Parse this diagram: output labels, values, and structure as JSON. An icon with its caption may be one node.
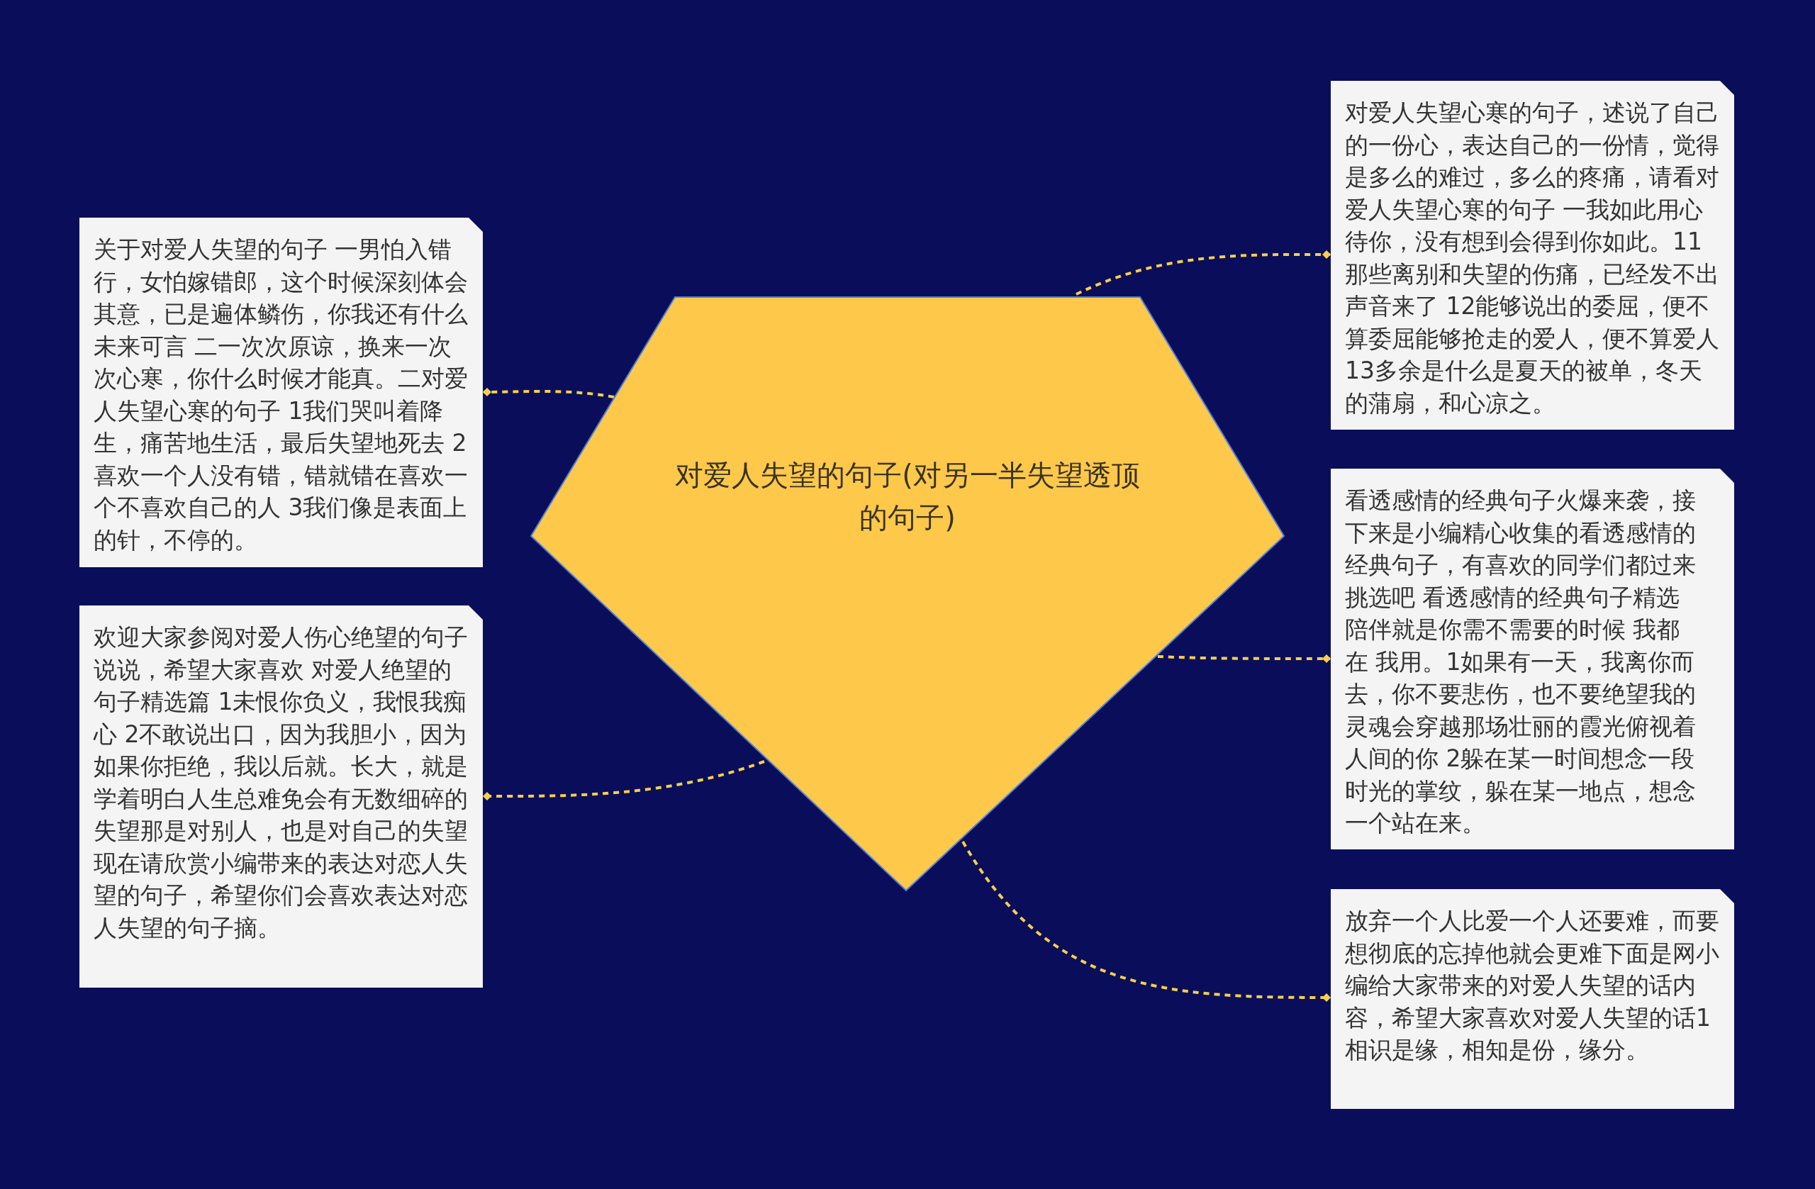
{
  "diagram": {
    "nodes": [
      {
        "text": [
          "对爱人失望的句子(对另一半失望透顶的句子)"
        ]
      },
      {
        "text": [
          "关于对爱人失望的句子 一男怕入错行，女怕嫁错郎，这个时候深刻体会其意，已是遍体鳞伤，你我还有什么未来可言 二一次次原谅，换来一次次心寒，你什么时候才能真。二对爱人失望心寒的句子 1我们哭叫着降生，痛苦地生活，最后失望地死去 2喜欢一个人没有错，错就错在喜欢一个不喜欢自己的人 3我们像是表面上的针，不停的。"
        ]
      },
      {
        "text": [
          "欢迎大家参阅对爱人伤心绝望的句子说说，希望大家喜欢 对爱人绝望的句子精选篇 1未恨你负义，我恨我痴心 2不敢说出口，因为我胆小，因为如果你拒绝，我以后就。长大，就是学着明白人生总难免会有无数细碎的失望那是对别人，也是对自己的失望现在请欣赏小编带来的表达对恋人失望的句子，希望你们会喜欢表达对恋人失望的句子摘。"
        ]
      },
      {
        "text": [
          "对爱人失望心寒的句子，述说了自己的一份心，表达自己的一份情，觉得是多么的难过，多么的疼痛，请看对爱人失望心寒的句子 一我如此用心待你，没有想到会得到你如此。11那些离别和失望的伤痛，已经发不出声音来了 12能够说出的委屈，便不算委屈能够抢走的爱人，便不算爱人 13多余是什么是夏天的被单，冬天的蒲扇，和心凉之。"
        ]
      },
      {
        "text": [
          "看透感情的经典句子火爆来袭，接下来是小编精心收集的看透感情的经典句子，有喜欢的同学们都过来挑选吧 看透感情的经典句子精选陪伴就是你需不需要的时候 我都在 我用。1如果有一天，我离你而去，你不要悲伤，也不要绝望我的灵魂会穿越那场壮丽的霞光俯视着人间的你 2躲在某一时间想念一段时光的掌纹，躲在某一地点，想念一个站在来。"
        ]
      },
      {
        "text": [
          "放弃一个人比爱一个人还要难，而要想彻底的忘掉他就会更难下面是网小编给大家带来的对爱人失望的话内容，希望大家喜欢对爱人失望的话1 相识是缘，相知是份，缘分。"
        ]
      }
    ],
    "edges": [
      {
        "from": 0,
        "to": 1,
        "arrow": "other",
        "style": "dashed"
      },
      {
        "from": 0,
        "to": 2,
        "arrow": "other",
        "style": "dashed"
      },
      {
        "from": 0,
        "to": 3,
        "arrow": "other",
        "style": "dashed"
      },
      {
        "from": 0,
        "to": 4,
        "arrow": "other",
        "style": "dashed"
      },
      {
        "from": 0,
        "to": 5,
        "arrow": "other",
        "style": "dashed"
      }
    ]
  }
}
